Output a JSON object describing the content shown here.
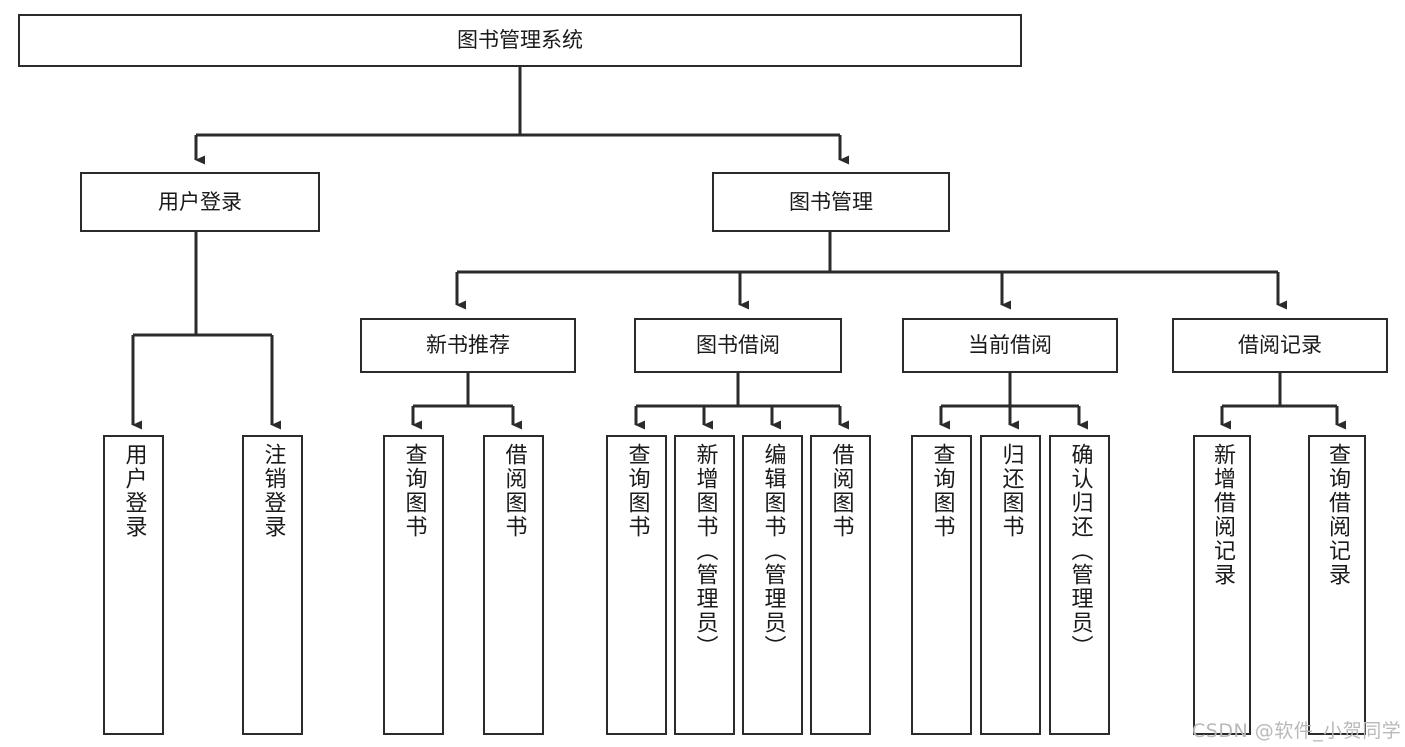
{
  "diagram": {
    "title": "图书管理系统",
    "type": "hierarchy-tree",
    "stroke_color": "#2b2b2b",
    "background_color": "#ffffff",
    "text_color": "#1a1a1a",
    "root": {
      "label": "图书管理系统"
    },
    "level2": [
      {
        "label": "用户登录"
      },
      {
        "label": "图书管理"
      }
    ],
    "level3": [
      {
        "label": "新书推荐"
      },
      {
        "label": "图书借阅"
      },
      {
        "label": "当前借阅"
      },
      {
        "label": "借阅记录"
      }
    ],
    "leaves": {
      "user_login": [
        {
          "label": "用户登录"
        },
        {
          "label": "注销登录"
        }
      ],
      "new_book_recommend": [
        {
          "label": "查询图书"
        },
        {
          "label": "借阅图书"
        }
      ],
      "book_borrow": [
        {
          "label": "查询图书"
        },
        {
          "label": "新增图书（管理员）"
        },
        {
          "label": "编辑图书（管理员）"
        },
        {
          "label": "借阅图书"
        }
      ],
      "current_borrow": [
        {
          "label": "查询图书"
        },
        {
          "label": "归还图书"
        },
        {
          "label": "确认归还（管理员）"
        }
      ],
      "borrow_record": [
        {
          "label": "新增借阅记录"
        },
        {
          "label": "查询借阅记录"
        }
      ]
    },
    "watermark": "CSDN @软件_小贺同学"
  }
}
